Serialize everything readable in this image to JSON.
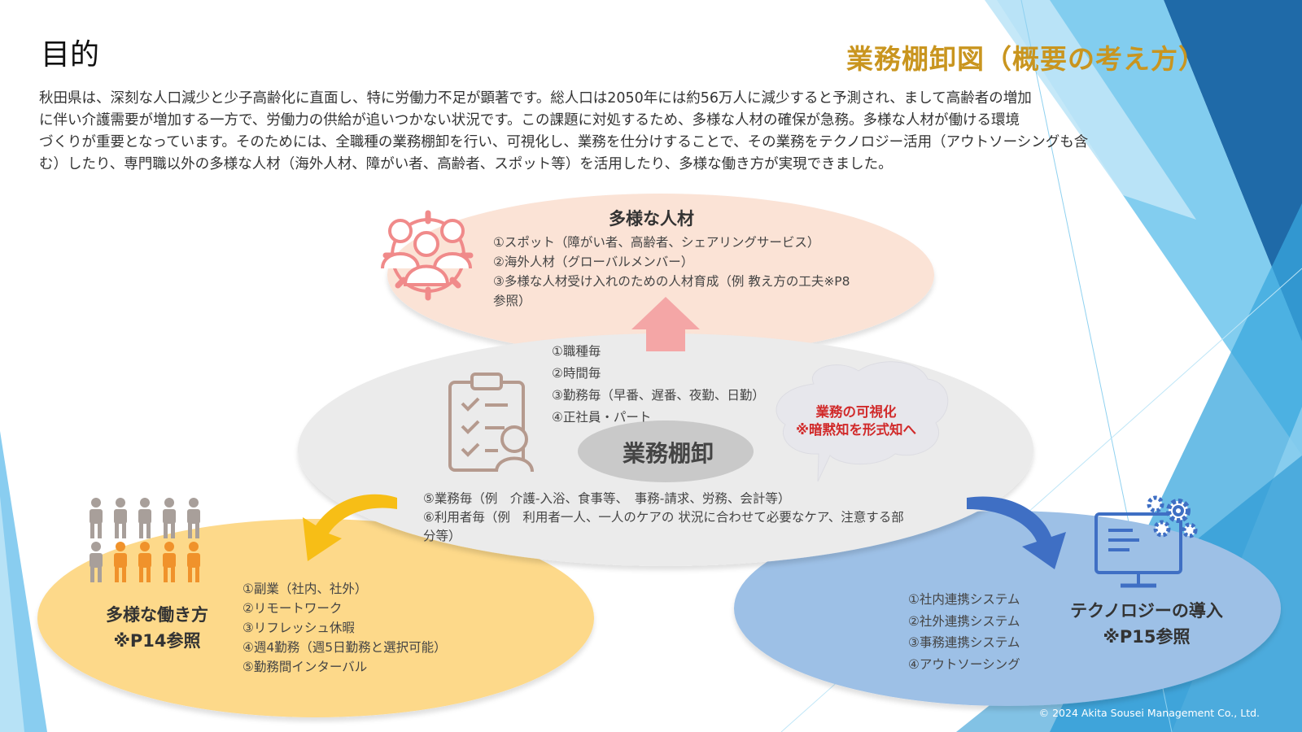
{
  "page_title": "目的",
  "diagram_title": "業務棚卸図（概要の考え方）",
  "intro_lines": [
    "秋田県は、深刻な人口減少と少子高齢化に直面し、特に労働力不足が顕著です。総人口は2050年には約56万人に減少すると予測され、まして高齢者の増加",
    "に伴い介護需要が増加する一方で、労働力の供給が追いつかない状況です。この課題に対処するため、多様な人材の確保が急務。多様な人材が働ける環境",
    "づくりが重要となっています。そのためには、全職種の業務棚卸を行い、可視化し、業務を仕分けすることで、その業務をテクノロジー活用（アウトソーシングも含",
    "む）したり、専門職以外の多様な人材（海外人材、障がい者、高齢者、スポット等）を活用したり、多様な働き方が実現できました。"
  ],
  "talent": {
    "heading": "多様な人材",
    "items": [
      "①スポット（障がい者、高齢者、シェアリングサービス）",
      "②海外人材（グローバルメンバー）",
      "③多様な人材受け入れのための人材育成（例 教え方の工夫※P8",
      "参照）"
    ]
  },
  "inventory": {
    "label": "業務棚卸",
    "items_top": [
      "①職種毎",
      "②時間毎",
      "③勤務毎（早番、遅番、夜勤、日勤）",
      "④正社員・パート"
    ],
    "items_bottom": [
      "⑤業務毎（例　介護-入浴、食事等、　事務-請求、労務、会計等）",
      "⑥利用者毎（例　利用者一人、一人のケアの 状況に合わせて必要なケア、注意する部",
      "分等）"
    ],
    "bubble_line1": "業務の可視化",
    "bubble_line2": "※暗黙知を形式知へ"
  },
  "workstyle": {
    "heading": "多様な働き方",
    "ref": "※P14参照",
    "items": [
      "①副業（社内、社外）",
      "②リモートワーク",
      "③リフレッシュ休暇",
      "④週4勤務（週5日勤務と選択可能）",
      "⑤勤務間インターバル"
    ]
  },
  "technology": {
    "heading": "テクノロジーの導入",
    "ref": "※P15参照",
    "items": [
      "①社内連携システム",
      "②社外連携システム",
      "③事務連携システム",
      "④アウトソーシング"
    ]
  },
  "copyright": "© 2024 Akita Sousei Management Co., Ltd.",
  "icons": {
    "talent": "people-gear-icon",
    "inventory": "clipboard-checklist-icon",
    "workstyle": "people-group-icon",
    "technology": "computer-gears-icon"
  },
  "colors": {
    "title_gold": "#c9951f",
    "talent_ellipse": "#fbe3d6",
    "talent_icon": "#f08a8a",
    "center_ellipse": "#ebebeb",
    "workstyle_ellipse": "#fdd98a",
    "technology_ellipse": "#9dc0e6",
    "up_arrow": "#f4a6a6",
    "left_arrow": "#f7be16",
    "right_arrow": "#3f6fc4",
    "bubble_text": "#d12a2a",
    "deco_blue": "#2a8fd0"
  }
}
